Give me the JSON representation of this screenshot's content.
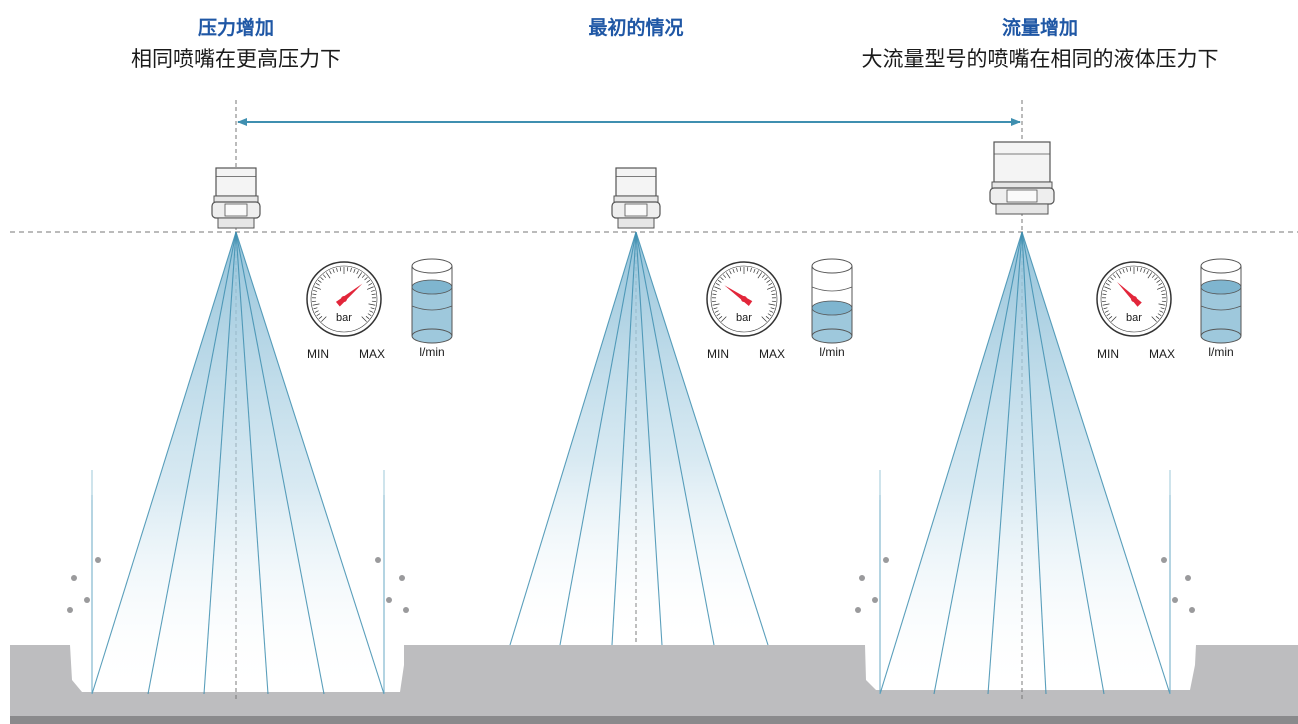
{
  "panels": [
    {
      "title": "压力增加",
      "subtitle": "相同喷嘴在更高压力下"
    },
    {
      "title": "最初的情况",
      "subtitle": ""
    },
    {
      "title": "流量增加",
      "subtitle": "大流量型号的喷嘴在相同的液体压力下"
    }
  ],
  "gauge": {
    "unit": "bar",
    "min_label": "MIN",
    "max_label": "MAX"
  },
  "flow_unit": "l/min",
  "colors": {
    "title_blue": "#1f57a5",
    "spray_line": "#3f8fb0",
    "ground": "#bdbdbf",
    "water": "#9ec8dc",
    "needle": "#e2263a"
  }
}
